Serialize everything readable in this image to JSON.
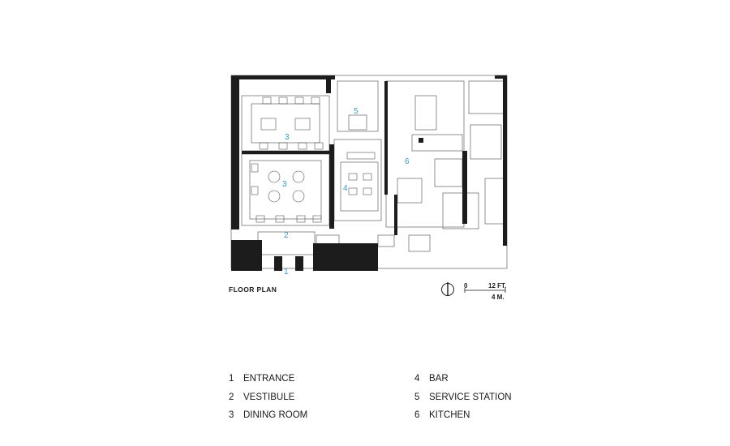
{
  "caption": "FLOOR PLAN",
  "scale": {
    "zero": "0",
    "feet": "12 FT.",
    "meters": "4 M."
  },
  "plan_labels": [
    "1",
    "2",
    "3",
    "3",
    "4",
    "5",
    "6"
  ],
  "legend": [
    {
      "num": "1",
      "label": "ENTRANCE"
    },
    {
      "num": "2",
      "label": "VESTIBULE"
    },
    {
      "num": "3",
      "label": "DINING ROOM"
    },
    {
      "num": "4",
      "label": "BAR"
    },
    {
      "num": "5",
      "label": "SERVICE STATION"
    },
    {
      "num": "6",
      "label": "KITCHEN"
    }
  ],
  "colors": {
    "label_blue": "#2a9fd6",
    "wall": "#1c1c1c",
    "line": "#444444"
  }
}
